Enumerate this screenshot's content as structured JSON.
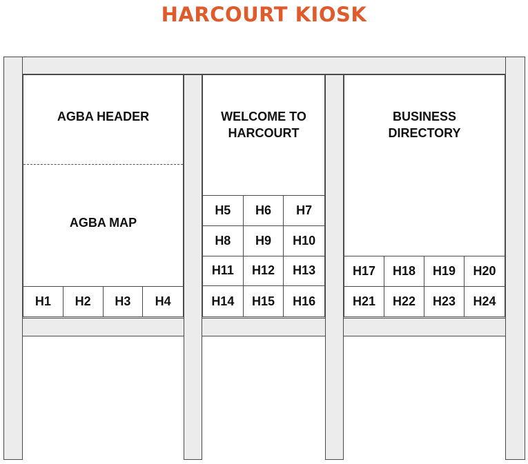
{
  "title": "HARCOURT KIOSK",
  "colors": {
    "title": "#e05a2b",
    "frame": "#ececec",
    "outline": "#4a4a4a"
  },
  "left_panel": {
    "header": "AGBA HEADER",
    "map": "AGBA MAP",
    "cells": [
      "H1",
      "H2",
      "H3",
      "H4"
    ]
  },
  "middle_panel": {
    "header": "WELCOME TO\nHARCOURT",
    "cells": [
      "H5",
      "H6",
      "H7",
      "H8",
      "H9",
      "H10",
      "H11",
      "H12",
      "H13",
      "H14",
      "H15",
      "H16"
    ]
  },
  "right_panel": {
    "header": "BUSINESS\nDIRECTORY",
    "cells": [
      "H17",
      "H18",
      "H19",
      "H20",
      "H21",
      "H22",
      "H23",
      "H24"
    ]
  }
}
